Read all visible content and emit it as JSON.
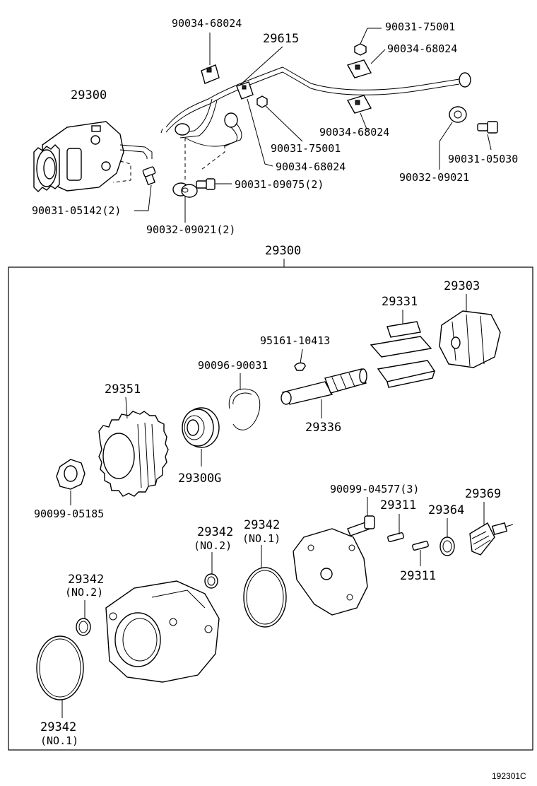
{
  "diagram": {
    "labels": {
      "p29300_top": "29300",
      "p29615": "29615",
      "p90034_a": "90034-68024",
      "p90034_b": "90034-68024",
      "p90034_c": "90034-68024",
      "p90034_d": "90034-68024",
      "p90031_75001_a": "90031-75001",
      "p90031_75001_b": "90031-75001",
      "p90031_05030": "90031-05030",
      "p90032_09021": "90032-09021",
      "p90031_09075": "90031-09075(2)",
      "p90031_05142": "90031-05142(2)",
      "p90032_09021_2": "90032-09021(2)",
      "p29300_box": "29300",
      "p29303": "29303",
      "p29331": "29331",
      "p95161": "95161-10413",
      "p90096": "90096-90031",
      "p29336": "29336",
      "p29351": "29351",
      "p29300G": "29300G",
      "p90099_05185": "90099-05185",
      "p90099_04577": "90099-04577(3)",
      "p29311_a": "29311",
      "p29311_b": "29311",
      "p29364": "29364",
      "p29369": "29369",
      "p29342_a": "29342",
      "p29342_a_sub": "(NO.2)",
      "p29342_b": "29342",
      "p29342_b_sub": "(NO.1)",
      "p29342_c": "29342",
      "p29342_c_sub": "(NO.2)",
      "p29342_d": "29342",
      "p29342_d_sub": "(NO.1)",
      "ref_code": "192301C"
    }
  }
}
